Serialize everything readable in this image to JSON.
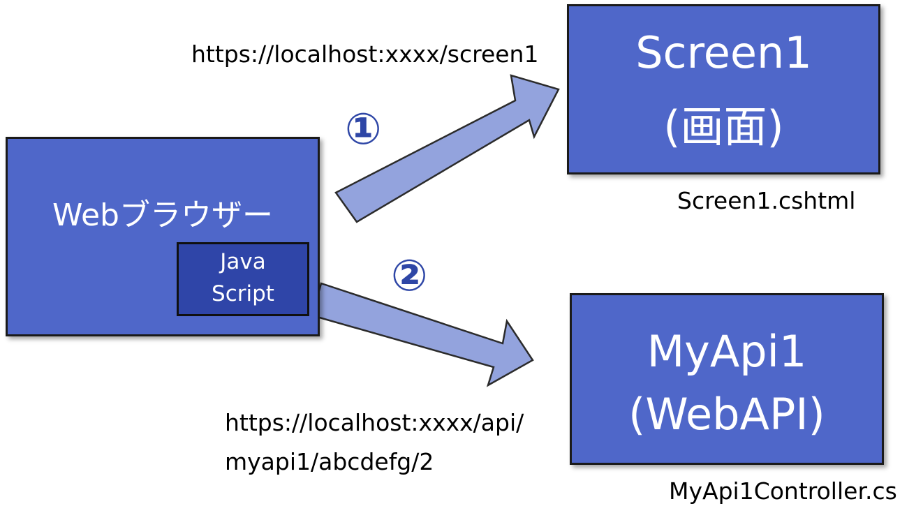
{
  "browser": {
    "label": "Webブラウザー",
    "script_line1": "Java",
    "script_line2": "Script"
  },
  "screen1": {
    "title": "Screen1",
    "subtitle": "(画面)",
    "file": "Screen1.cshtml"
  },
  "api": {
    "title": "MyApi1",
    "subtitle": "(WebAPI)",
    "file": "MyApi1Controller.cs"
  },
  "urls": {
    "screen": "https://localhost:xxxx/screen1",
    "api_line1": "https://localhost:xxxx/api/",
    "api_line2": "myapi1/abcdefg/2"
  },
  "steps": {
    "one": "①",
    "two": "②"
  },
  "colors": {
    "box_fill": "#4f67c9",
    "inner_box_fill": "#2f45a8",
    "arrow_fill": "#93a3dd",
    "step_color": "#2e46a6"
  }
}
